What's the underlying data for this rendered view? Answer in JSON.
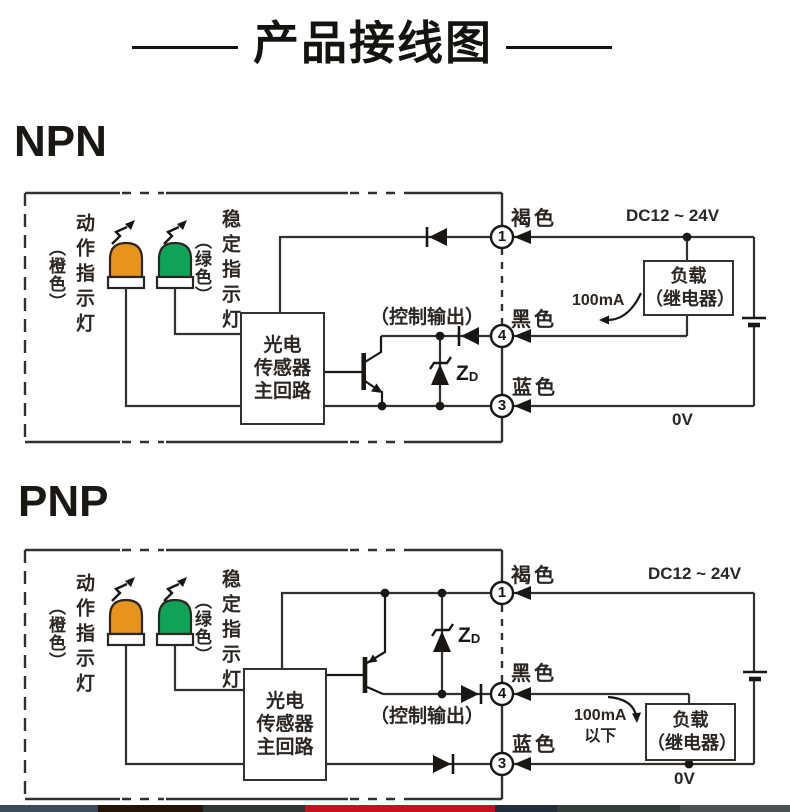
{
  "title": "产品接线图",
  "colors": {
    "led_orange": "#E8931C",
    "led_green": "#0FA357",
    "line": "#35302B",
    "strip_red": "#C8111E"
  },
  "npn": {
    "heading": "NPN",
    "action_label": "动作指示灯",
    "action_color": "（橙色）",
    "stable_label": "稳定指示灯",
    "stable_color": "（绿色）",
    "sensor_box": "光电\n传感器\n主回路",
    "control_output": "（控制输出）",
    "brown": "褐色",
    "black": "黑色",
    "blue": "蓝色",
    "t1": "1",
    "t4": "4",
    "t3": "3",
    "supply": "DC12 ~ 24V",
    "load": "负载\n（继电器）",
    "current": "100mA",
    "zero": "0V",
    "zd": "Z",
    "zd_sub": "D"
  },
  "pnp": {
    "heading": "PNP",
    "action_label": "动作指示灯",
    "action_color": "（橙色）",
    "stable_label": "稳定指示灯",
    "stable_color": "（绿色）",
    "sensor_box": "光电\n传感器\n主回路",
    "control_output": "（控制输出）",
    "brown": "褐色",
    "black": "黑色",
    "blue": "蓝色",
    "t1": "1",
    "t4": "4",
    "t3": "3",
    "supply": "DC12 ~ 24V",
    "load": "负载\n（继电器）",
    "current": "100mA\n以下",
    "zero": "0V",
    "zd": "Z",
    "zd_sub": "D"
  }
}
